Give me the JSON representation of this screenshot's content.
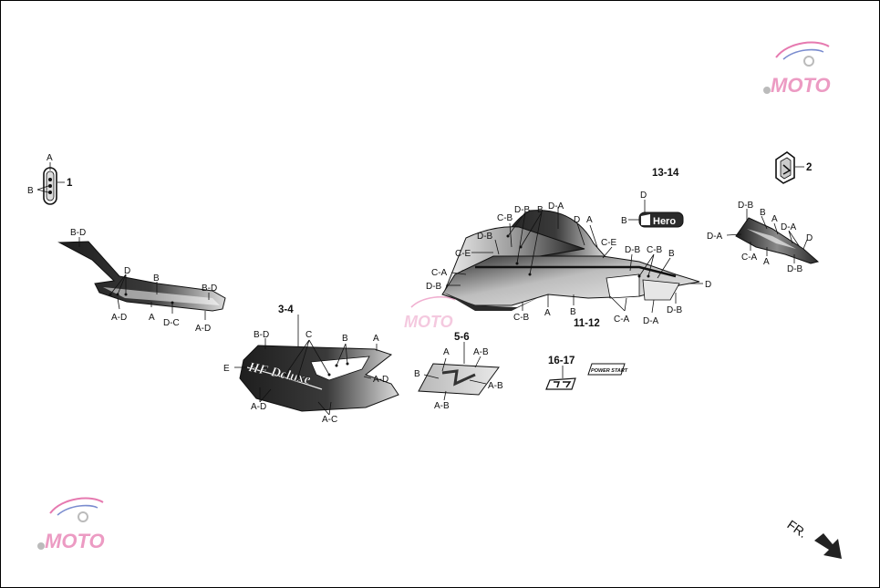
{
  "colors": {
    "dark": "#2a2a2a",
    "mid": "#9a9a9a",
    "light": "#d9d9d9",
    "watermark_pink": "#e67ab0",
    "watermark_blue": "#7a8ccf"
  },
  "watermark": {
    "brand": "MOTO",
    "tagline": ""
  },
  "direction": {
    "label": "FR."
  },
  "parts": {
    "p1": {
      "number": "1",
      "labels": [
        "A",
        "B"
      ]
    },
    "p2": {
      "number": "2"
    },
    "p34": {
      "number": "3-4",
      "labels": [
        "B-D",
        "C",
        "B",
        "A",
        "E",
        "A-D",
        "A-D",
        "A-C"
      ],
      "decal_text": "HF Deluxe"
    },
    "p56": {
      "number": "5-6",
      "labels": [
        "A",
        "A-B",
        "B",
        "A-B",
        "A-B"
      ]
    },
    "p1112": {
      "number": "11-12",
      "labels": [
        "D-B",
        "B",
        "D-A",
        "C-B",
        "D",
        "A",
        "D-B",
        "C-E",
        "C-E",
        "C-A",
        "D-B",
        "C-B",
        "A",
        "B",
        "C-A",
        "D-A",
        "D-B",
        "D",
        "B",
        "C-B",
        "D-B"
      ]
    },
    "p1314": {
      "number": "13-14",
      "labels": [
        "D",
        "B"
      ],
      "logo_text": "Hero"
    },
    "p1617": {
      "number": "16-17",
      "badge_text": "POWER START"
    },
    "pLeft": {
      "labels": [
        "B-D",
        "D",
        "B",
        "B-D",
        "A-D",
        "A",
        "D-C",
        "A-D"
      ]
    },
    "pRight": {
      "labels": [
        "D-B",
        "B",
        "A",
        "D-A",
        "D-A",
        "D",
        "C-A",
        "A",
        "D-B"
      ]
    }
  }
}
